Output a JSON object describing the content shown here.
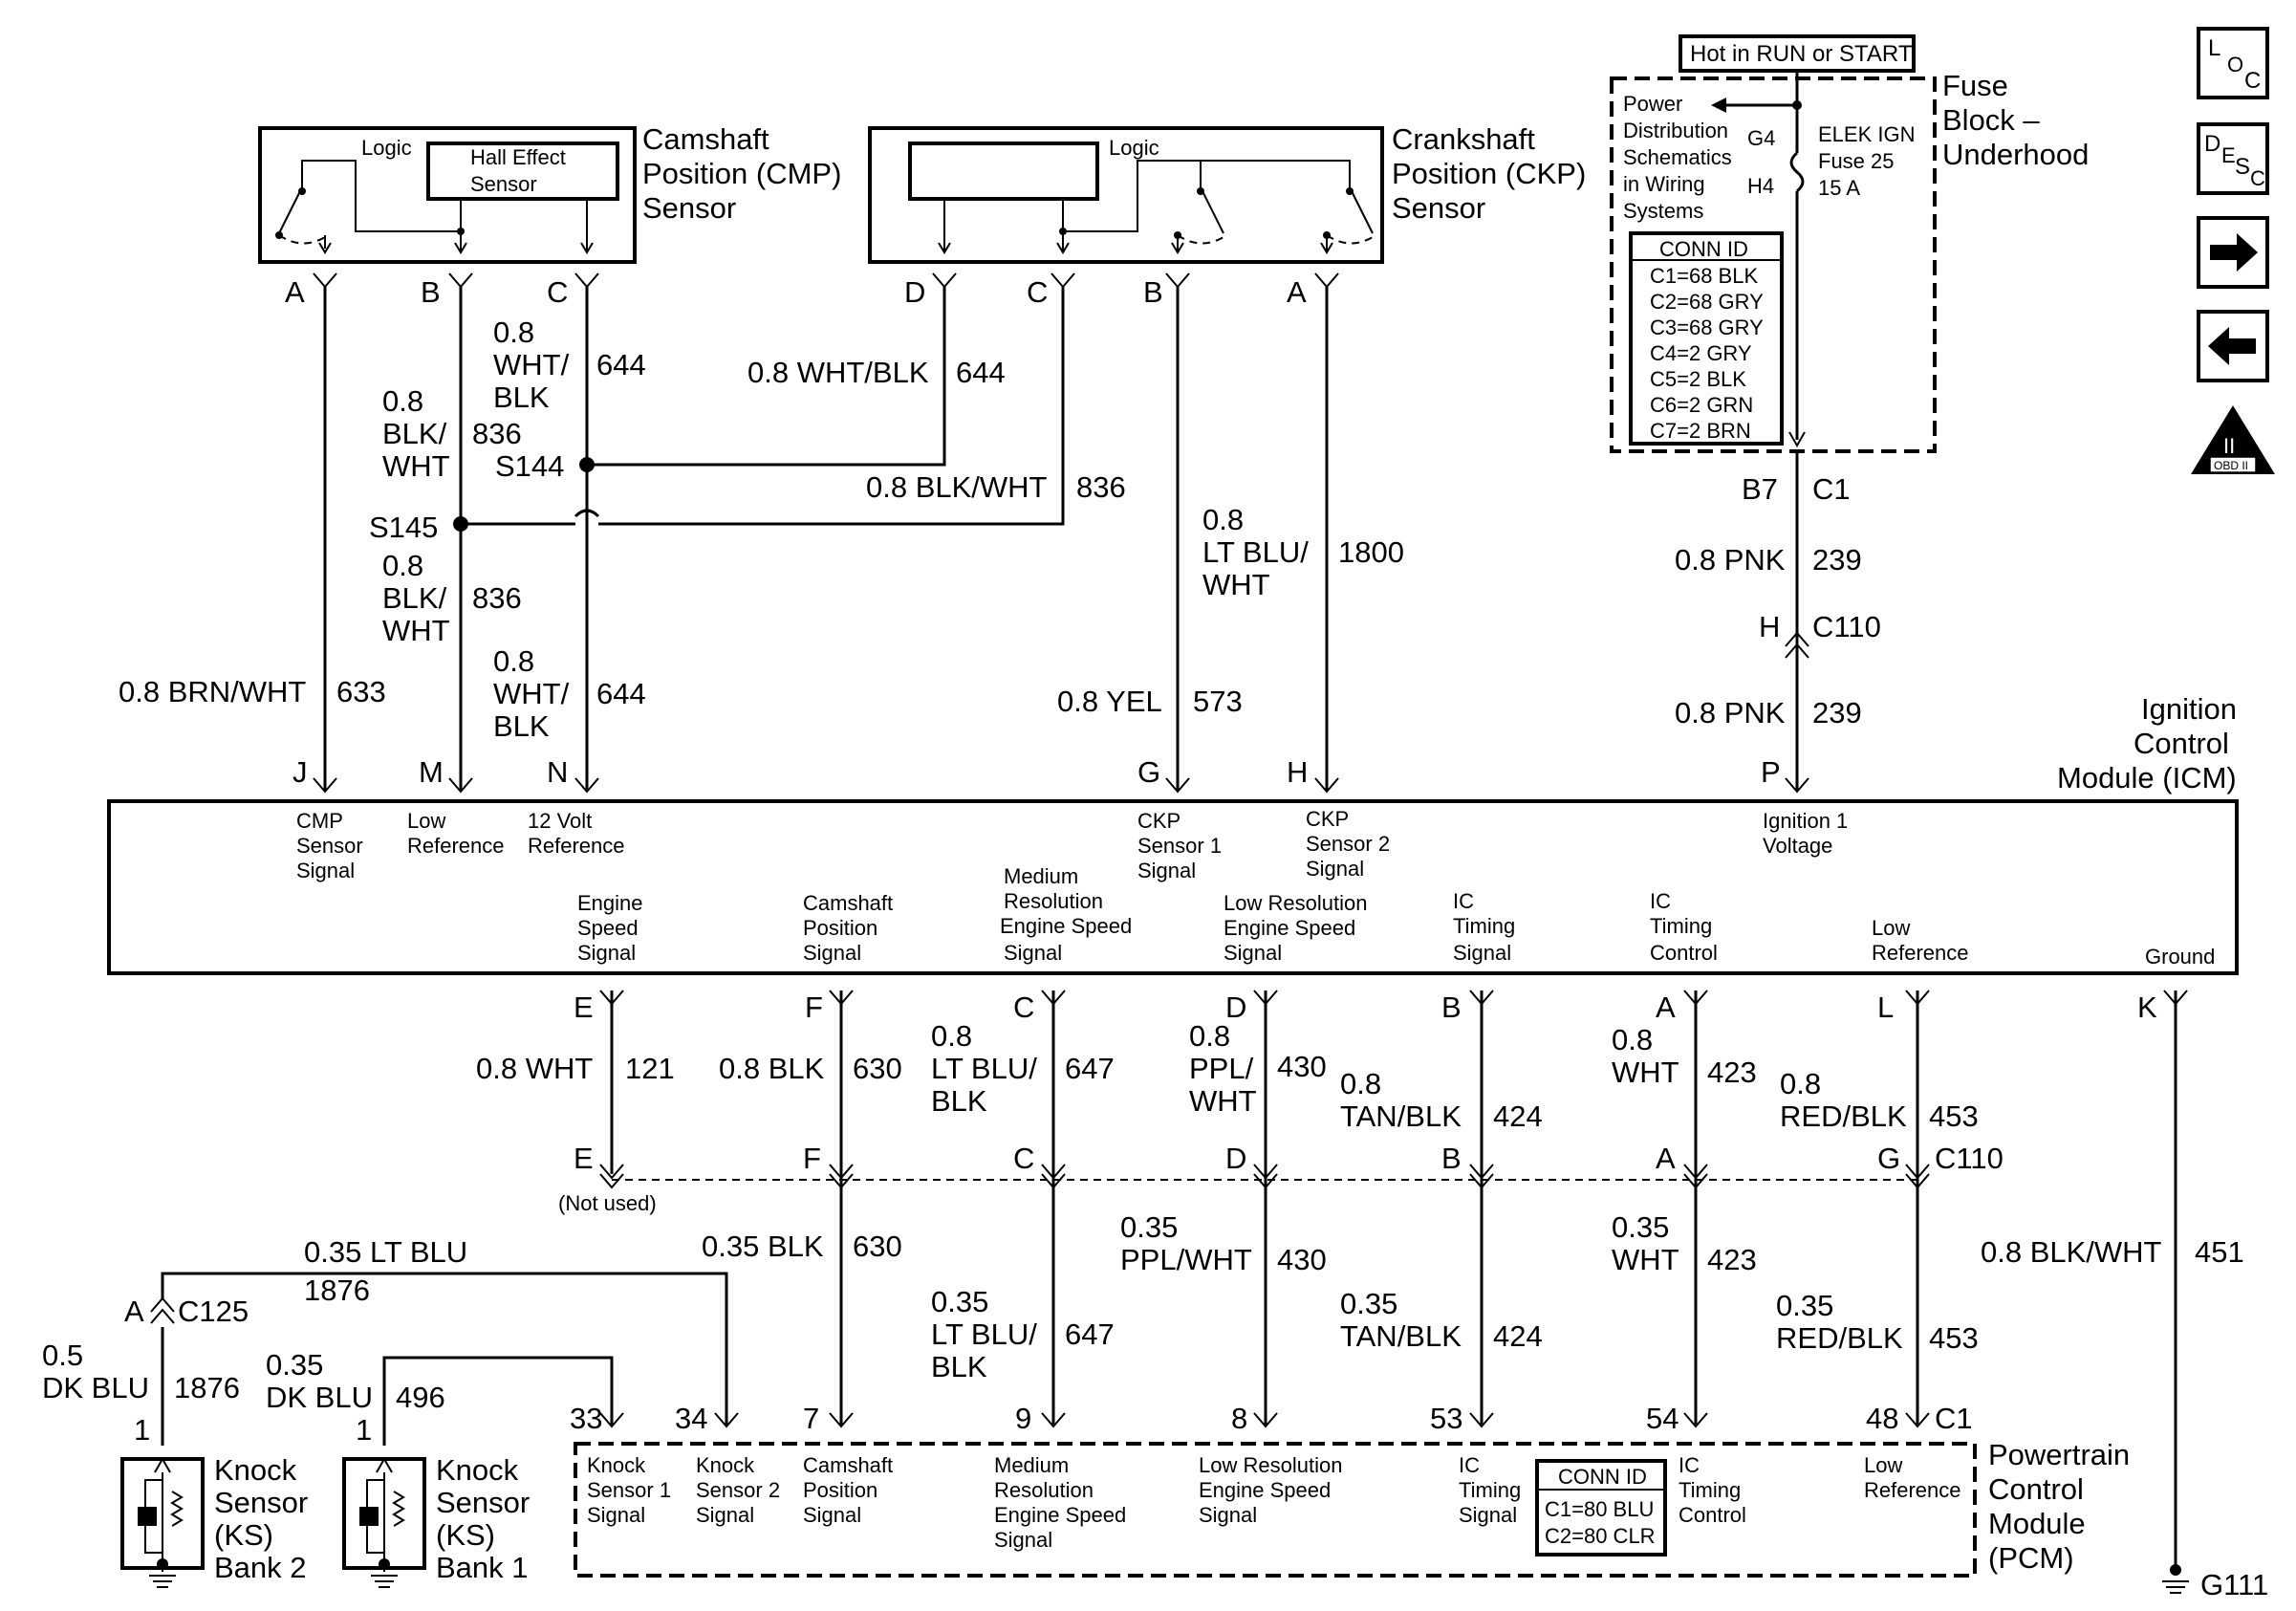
{
  "power": {
    "hot_label": "Hot in RUN or START",
    "fuse_block": [
      "Fuse",
      "Block –",
      "Underhood"
    ],
    "power_dist": [
      "Power",
      "Distribution",
      "Schematics",
      "in Wiring",
      "Systems"
    ],
    "g4": "G4",
    "h4": "H4",
    "fuse": [
      "ELEK IGN",
      "Fuse 25",
      "15 A"
    ],
    "conn_title": "CONN ID",
    "conn_rows": [
      "C1=68 BLK",
      "C2=68 GRY",
      "C3=68 GRY",
      "C4=2 GRY",
      "C5=2 BLK",
      "C6=2 GRN",
      "C7=2 BRN"
    ]
  },
  "nav": {
    "loc": [
      "L",
      "O",
      "C"
    ],
    "desc": [
      "D",
      "E",
      "S",
      "C"
    ],
    "obd": [
      "II",
      "OBD II"
    ]
  },
  "cmp": {
    "title": [
      "Camshaft",
      "Position (CMP)",
      "Sensor"
    ],
    "logic": "Logic",
    "hall": [
      "Hall Effect",
      "Sensor"
    ],
    "pins": [
      "A",
      "B",
      "C"
    ]
  },
  "ckp": {
    "title": [
      "Crankshaft",
      "Position (CKP)",
      "Sensor"
    ],
    "logic": "Logic",
    "pins": [
      "D",
      "C",
      "B",
      "A"
    ]
  },
  "upper_wires": {
    "w644a": [
      "0.8",
      "WHT/",
      "BLK"
    ],
    "n644a": "644",
    "w836a": [
      "0.8",
      "BLK/",
      "WHT"
    ],
    "n836a": "836",
    "s144": "S144",
    "s145": "S145",
    "w644ckp": "0.8 WHT/BLK",
    "n644ckp": "644",
    "w836ckp": "0.8 BLK/WHT",
    "n836ckp": "836",
    "w836b": [
      "0.8",
      "BLK/",
      "WHT"
    ],
    "n836b": "836",
    "w633": "0.8 BRN/WHT",
    "n633": "633",
    "w644b": [
      "0.8",
      "WHT/",
      "BLK"
    ],
    "n644b": "644",
    "w1800": [
      "0.8",
      "LT BLU/",
      "WHT"
    ],
    "n1800": "1800",
    "w573": "0.8 YEL",
    "n573": "573",
    "b7": "B7",
    "c1": "C1",
    "w239a": "0.8 PNK",
    "n239a": "239",
    "h": "H",
    "c110": "C110",
    "w239b": "0.8 PNK",
    "n239b": "239"
  },
  "icm": {
    "title": [
      "Ignition",
      "Control",
      "Module (ICM)"
    ],
    "top_pins": [
      "J",
      "M",
      "N",
      "G",
      "H",
      "P"
    ],
    "top_labels": [
      [
        "CMP",
        "Sensor",
        "Signal"
      ],
      [
        "Low",
        "Reference"
      ],
      [
        "12 Volt",
        "Reference"
      ],
      [
        "CKP",
        "Sensor 1",
        "Signal"
      ],
      [
        "CKP",
        "Sensor 2",
        "Signal"
      ],
      [
        "Ignition 1",
        "Voltage"
      ]
    ],
    "bottom_labels": [
      [
        "Engine",
        "Speed",
        "Signal"
      ],
      [
        "Camshaft",
        "Position",
        "Signal"
      ],
      [
        "Medium",
        "Resolution",
        "Engine Speed",
        "Signal"
      ],
      [
        "Low Resolution",
        "Engine Speed",
        "Signal"
      ],
      [
        "IC",
        "Timing",
        "Signal"
      ],
      [
        "IC",
        "Timing",
        "Control"
      ],
      [
        "Low",
        "Reference"
      ],
      [
        "Ground"
      ]
    ],
    "bottom_pins": [
      "E",
      "F",
      "C",
      "D",
      "B",
      "A",
      "L",
      "K"
    ]
  },
  "mid_wires": {
    "w121": "0.8 WHT",
    "n121": "121",
    "w630": "0.8 BLK",
    "n630": "630",
    "w647": [
      "0.8",
      "LT BLU/",
      "BLK"
    ],
    "n647": "647",
    "w430": [
      "0.8",
      "PPL/",
      "WHT"
    ],
    "n430": "430",
    "w424": [
      "0.8",
      "TAN/BLK"
    ],
    "n424": "424",
    "w423": [
      "0.8",
      "WHT"
    ],
    "n423": "423",
    "w453": [
      "0.8",
      "RED/BLK"
    ],
    "n453": "453",
    "c110_pins": [
      "E",
      "F",
      "C",
      "D",
      "B",
      "A",
      "G"
    ],
    "c110": "C110",
    "not_used": "(Not used)"
  },
  "lower_wires": {
    "w1876a": "0.35 LT BLU",
    "n1876a": "1876",
    "a": "A",
    "c125": "C125",
    "w1876b": [
      "0.5",
      "DK BLU"
    ],
    "n1876b": "1876",
    "w496": [
      "0.35",
      "DK BLU"
    ],
    "n496": "496",
    "w630": "0.35 BLK",
    "n630": "630",
    "w647": [
      "0.35",
      "LT BLU/",
      "BLK"
    ],
    "n647": "647",
    "w430": [
      "0.35",
      "PPL/WHT"
    ],
    "n430": "430",
    "w424": [
      "0.35",
      "TAN/BLK"
    ],
    "n424": "424",
    "w423": [
      "0.35",
      "WHT"
    ],
    "n423": "423",
    "w453": [
      "0.35",
      "RED/BLK"
    ],
    "n453": "453",
    "w451": "0.8 BLK/WHT",
    "n451": "451",
    "ks_pin": "1"
  },
  "ks": {
    "bank2": [
      "Knock",
      "Sensor",
      "(KS)",
      "Bank 2"
    ],
    "bank1": [
      "Knock",
      "Sensor",
      "(KS)",
      "Bank 1"
    ]
  },
  "pcm": {
    "title": [
      "Powertrain",
      "Control",
      "Module",
      "(PCM)"
    ],
    "pins": [
      "33",
      "34",
      "7",
      "9",
      "8",
      "53",
      "54",
      "48"
    ],
    "c1": "C1",
    "labels": [
      [
        "Knock",
        "Sensor 1",
        "Signal"
      ],
      [
        "Knock",
        "Sensor 2",
        "Signal"
      ],
      [
        "Camshaft",
        "Position",
        "Signal"
      ],
      [
        "Medium",
        "Resolution",
        "Engine Speed",
        "Signal"
      ],
      [
        "Low Resolution",
        "Engine Speed",
        "Signal"
      ],
      [
        "IC",
        "Timing",
        "Signal"
      ],
      [
        "IC",
        "Timing",
        "Control"
      ],
      [
        "Low",
        "Reference"
      ]
    ],
    "conn_title": "CONN ID",
    "conn_rows": [
      "C1=80 BLU",
      "C2=80 CLR"
    ],
    "ground": "G111"
  }
}
